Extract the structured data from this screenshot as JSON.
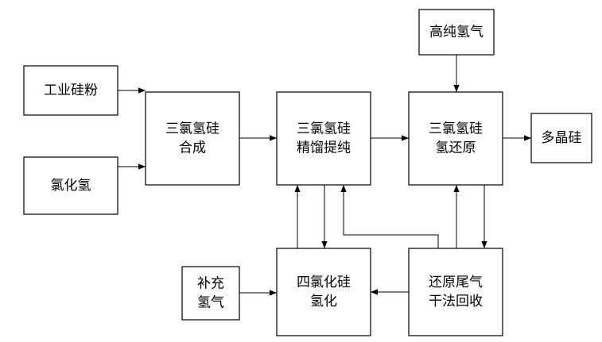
{
  "nodes": [
    {
      "id": "industrial_silicon_powder",
      "lines": [
        "工业硅粉"
      ]
    },
    {
      "id": "hydrogen_chloride",
      "lines": [
        "氯化氢"
      ]
    },
    {
      "id": "tcs_synthesis",
      "lines": [
        "三氯氢硅",
        "合成"
      ]
    },
    {
      "id": "tcs_distillation",
      "lines": [
        "三氯氢硅",
        "精馏提纯"
      ]
    },
    {
      "id": "high_purity_hydrogen",
      "lines": [
        "高纯氢气"
      ]
    },
    {
      "id": "tcs_hydrogen_reduction",
      "lines": [
        "三氯氢硅",
        "氢还原"
      ]
    },
    {
      "id": "polysilicon",
      "lines": [
        "多晶硅"
      ]
    },
    {
      "id": "makeup_hydrogen",
      "lines": [
        "补充",
        "氢气"
      ]
    },
    {
      "id": "stc_hydrogenation",
      "lines": [
        "四氯化硅",
        "氢化"
      ]
    },
    {
      "id": "offgas_dry_recovery",
      "lines": [
        "还原尾气",
        "干法回收"
      ]
    }
  ],
  "edges": [
    {
      "from": "industrial_silicon_powder",
      "to": "tcs_synthesis"
    },
    {
      "from": "hydrogen_chloride",
      "to": "tcs_synthesis"
    },
    {
      "from": "tcs_synthesis",
      "to": "tcs_distillation"
    },
    {
      "from": "tcs_distillation",
      "to": "tcs_hydrogen_reduction"
    },
    {
      "from": "high_purity_hydrogen",
      "to": "tcs_hydrogen_reduction"
    },
    {
      "from": "tcs_hydrogen_reduction",
      "to": "polysilicon"
    },
    {
      "from": "tcs_hydrogen_reduction",
      "to": "offgas_dry_recovery"
    },
    {
      "from": "offgas_dry_recovery",
      "to": "tcs_hydrogen_reduction"
    },
    {
      "from": "offgas_dry_recovery",
      "to": "tcs_distillation"
    },
    {
      "from": "offgas_dry_recovery",
      "to": "stc_hydrogenation"
    },
    {
      "from": "makeup_hydrogen",
      "to": "stc_hydrogenation"
    },
    {
      "from": "tcs_distillation",
      "to": "stc_hydrogenation"
    },
    {
      "from": "stc_hydrogenation",
      "to": "tcs_distillation"
    }
  ]
}
